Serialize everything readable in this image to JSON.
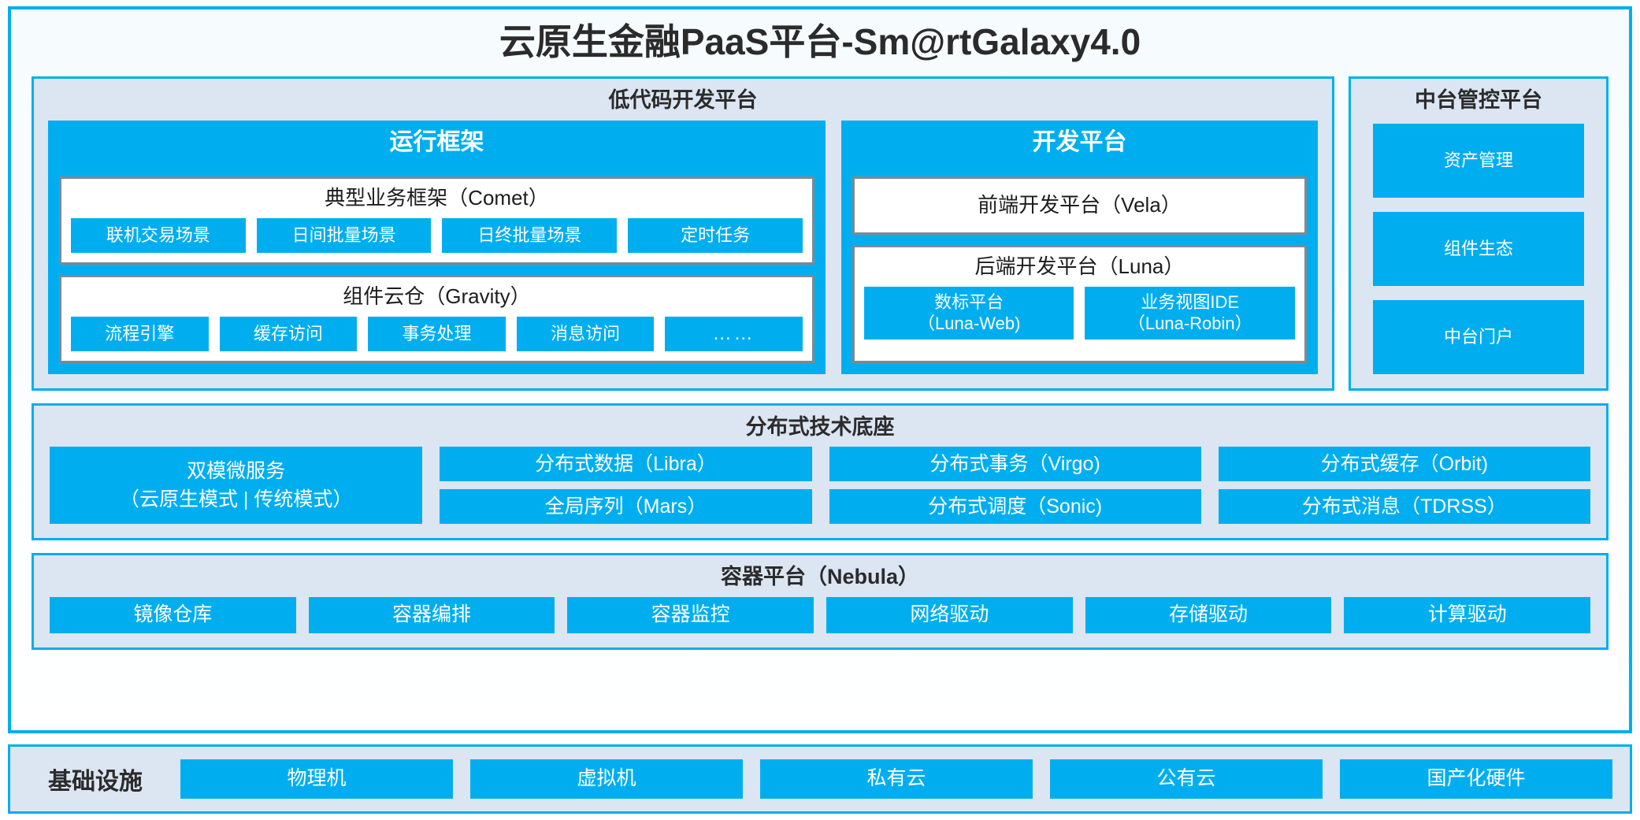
{
  "app": {
    "title": "云原生金融PaaS平台-Sm@rtGalaxy4.0"
  },
  "lowcode": {
    "title": "低代码开发平台",
    "runtime": {
      "title": "运行框架",
      "comet": {
        "title": "典型业务框架（Comet）",
        "chips": [
          "联机交易场景",
          "日间批量场景",
          "日终批量场景",
          "定时任务"
        ]
      },
      "gravity": {
        "title": "组件云仓（Gravity）",
        "chips": [
          "流程引擎",
          "缓存访问",
          "事务处理",
          "消息访问",
          "……"
        ]
      }
    },
    "devplatform": {
      "title": "开发平台",
      "frontend": "前端开发平台（Vela）",
      "backend": {
        "title": "后端开发平台（Luna）",
        "chips": [
          "数标平台\n（Luna-Web)",
          "业务视图IDE\n（Luna-Robin）"
        ]
      }
    }
  },
  "console": {
    "title": "中台管控平台",
    "chips": [
      "资产管理",
      "组件生态",
      "中台门户"
    ]
  },
  "base": {
    "title": "分布式技术底座",
    "wide_chip": "双模微服务\n（云原生模式 | 传统模式）",
    "col1": [
      "分布式数据（Libra）",
      "全局序列（Mars）"
    ],
    "col2": [
      "分布式事务（Virgo)",
      "分布式调度（Sonic)"
    ],
    "col3": [
      "分布式缓存（Orbit)",
      "分布式消息（TDRSS）"
    ]
  },
  "container": {
    "title": "容器平台（Nebula）",
    "chips": [
      "镜像仓库",
      "容器编排",
      "容器监控",
      "网络驱动",
      "存储驱动",
      "计算驱动"
    ]
  },
  "infra": {
    "label": "基础设施",
    "chips": [
      "物理机",
      "虚拟机",
      "私有云",
      "公有云",
      "国产化硬件"
    ]
  },
  "colors": {
    "accent": "#00AEEF",
    "panel_bg": "#DCE6F2",
    "box_border": "#808893",
    "text": "#2b2b2b"
  }
}
